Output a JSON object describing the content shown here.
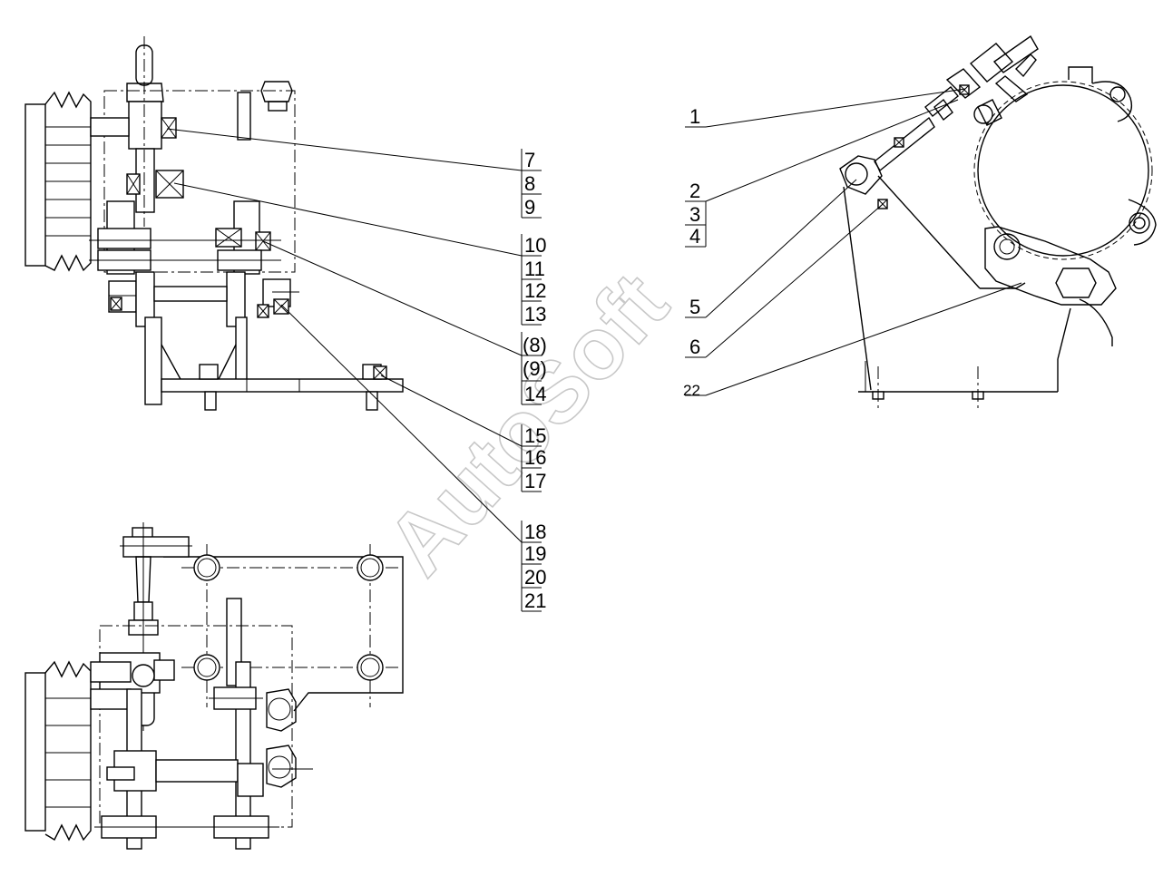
{
  "watermark": "AutoSoft",
  "callouts_left": {
    "g1": [
      "7",
      "8",
      "9"
    ],
    "g2": [
      "10",
      "11",
      "12",
      "13"
    ],
    "g3": [
      "(8)",
      "(9)",
      "14"
    ],
    "g4": [
      "15",
      "16",
      "17"
    ],
    "g5": [
      "18",
      "19",
      "20",
      "21"
    ]
  },
  "callouts_right": {
    "g1": [
      "1"
    ],
    "g2": [
      "2",
      "3",
      "4"
    ],
    "g3": [
      "5"
    ],
    "g4": [
      "6"
    ],
    "g5": [
      "22"
    ]
  }
}
